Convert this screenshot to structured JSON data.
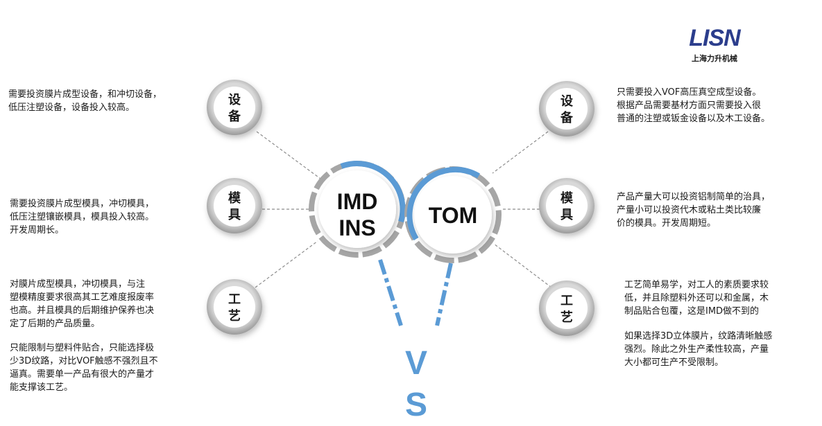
{
  "logo": {
    "mark": "LISN",
    "company": "上海力升机械"
  },
  "center": {
    "left_line1": "IMD",
    "left_line2": "INS",
    "right": "TOM",
    "vs_v": "V",
    "vs_s": "S"
  },
  "nodes": {
    "left_equipment": [
      "设",
      "备"
    ],
    "left_mold": [
      "模",
      "具"
    ],
    "left_process": [
      "工",
      "艺"
    ],
    "right_equipment": [
      "设",
      "备"
    ],
    "right_mold": [
      "模",
      "具"
    ],
    "right_process": [
      "工",
      "艺"
    ]
  },
  "texts": {
    "left_equipment": "  需要投资膜片成型设备，和冲切设备，\n低压注塑设备，设备投入较高。",
    "left_mold": "需要投资膜片成型模具，冲切模具，\n低压注塑镶嵌模具，模具投入较高。\n开发周期长。",
    "left_process_1": "  对膜片成型模具，冲切模具，与注\n塑模精度要求很高其工艺难度报废率\n也高。并且模具的后期维护保养也决\n定了后期的产品质量。",
    "left_process_2": "只能限制与塑料件贴合，只能选择极\n少3D纹路，对比VOF触感不强烈且不\n逼真。需要单一产品有很大的产量才\n能支撑该工艺。",
    "right_equipment": "只需要投入VOF高压真空成型设备。\n根据产品需要基材方面只需要投入很\n普通的注塑或钣金设备以及木工设备。",
    "right_mold": "产品产量大可以投资铝制简单的治具，\n产量小可以投资代木或粘土类比较廉\n价的模具。开发周期短。",
    "right_process_1": "工艺简单易学，对工人的素质要求较\n低，并且除塑料外还可以和金属，木\n制品贴合包覆，这是IMD做不到的",
    "right_process_2": "如果选择3D立体膜片，纹路清晰触感\n强烈。除此之外生产柔性较高，产量\n大小都可生产不受限制。"
  },
  "colors": {
    "accent": "#5b9bd5",
    "ring_gray": "#a6a6a6",
    "text": "#1a1a1a",
    "logo": "#2b3d8c"
  }
}
